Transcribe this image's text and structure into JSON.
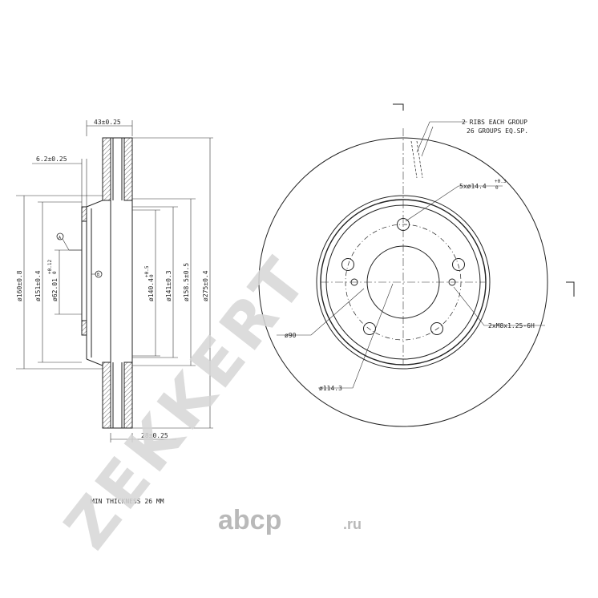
{
  "watermark": {
    "brand": "ZEKKERT"
  },
  "labels": {
    "d43": "43±0.25",
    "d62b": "6.2±0.25",
    "d28": "28±0.25",
    "d160": "ø160±0.8",
    "d151": "ø151±0.4",
    "d62": "ø62.01",
    "d62tol": "+0.12",
    "d62tol0": "0",
    "d1404": "ø140.4",
    "d1404tol": "+0.5",
    "d1404tol0": "0",
    "d141": "ø141±0.3",
    "d1585": "ø158.5±0.5",
    "d275": "ø275±0.4",
    "markerA": "A",
    "markerB": "B",
    "ribs1": "2 RIBS EACH GROUP",
    "ribs2": "26 GROUPS EQ.SP.",
    "holes": "5xø14.4",
    "holestol": "+0.3",
    "holestol0": "0",
    "thread": "2xM8x1.25-6H",
    "d90": "ø90",
    "d1143": "ø114.3",
    "minthick": "MIN THICKNESS 26 MM"
  },
  "logo": {
    "name": "abcp",
    "tld": ".ru"
  }
}
